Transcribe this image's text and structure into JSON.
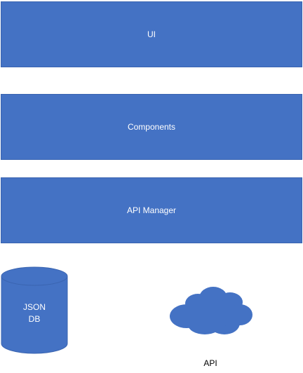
{
  "colors": {
    "shape_fill": "#4472c4",
    "shape_stroke": "#3a64b0",
    "shape_text": "#ffffff",
    "caption_text": "#000000",
    "background": "#ffffff"
  },
  "layers": {
    "ui": "UI",
    "components": "Components",
    "api_manager": "API Manager"
  },
  "database": {
    "line1": "JSON",
    "line2": "DB",
    "icon": "database-cylinder-icon"
  },
  "cloud": {
    "label": "API",
    "icon": "cloud-icon"
  }
}
